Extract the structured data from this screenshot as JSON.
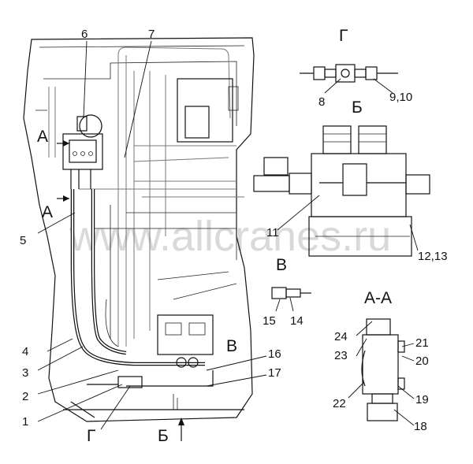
{
  "watermark": "www.allcranes.ru",
  "labels": {
    "1": "1",
    "2": "2",
    "3": "3",
    "4": "4",
    "5": "5",
    "6": "6",
    "7": "7",
    "8": "8",
    "9_10": "9,10",
    "11": "11",
    "12_13": "12,13",
    "14": "14",
    "15": "15",
    "16": "16",
    "17": "17",
    "18": "18",
    "19": "19",
    "20": "20",
    "21": "21",
    "22": "22",
    "23": "23",
    "24": "24",
    "a": "А",
    "b": "Б",
    "v": "В",
    "g": "Г",
    "section_a_a": "А-А"
  }
}
